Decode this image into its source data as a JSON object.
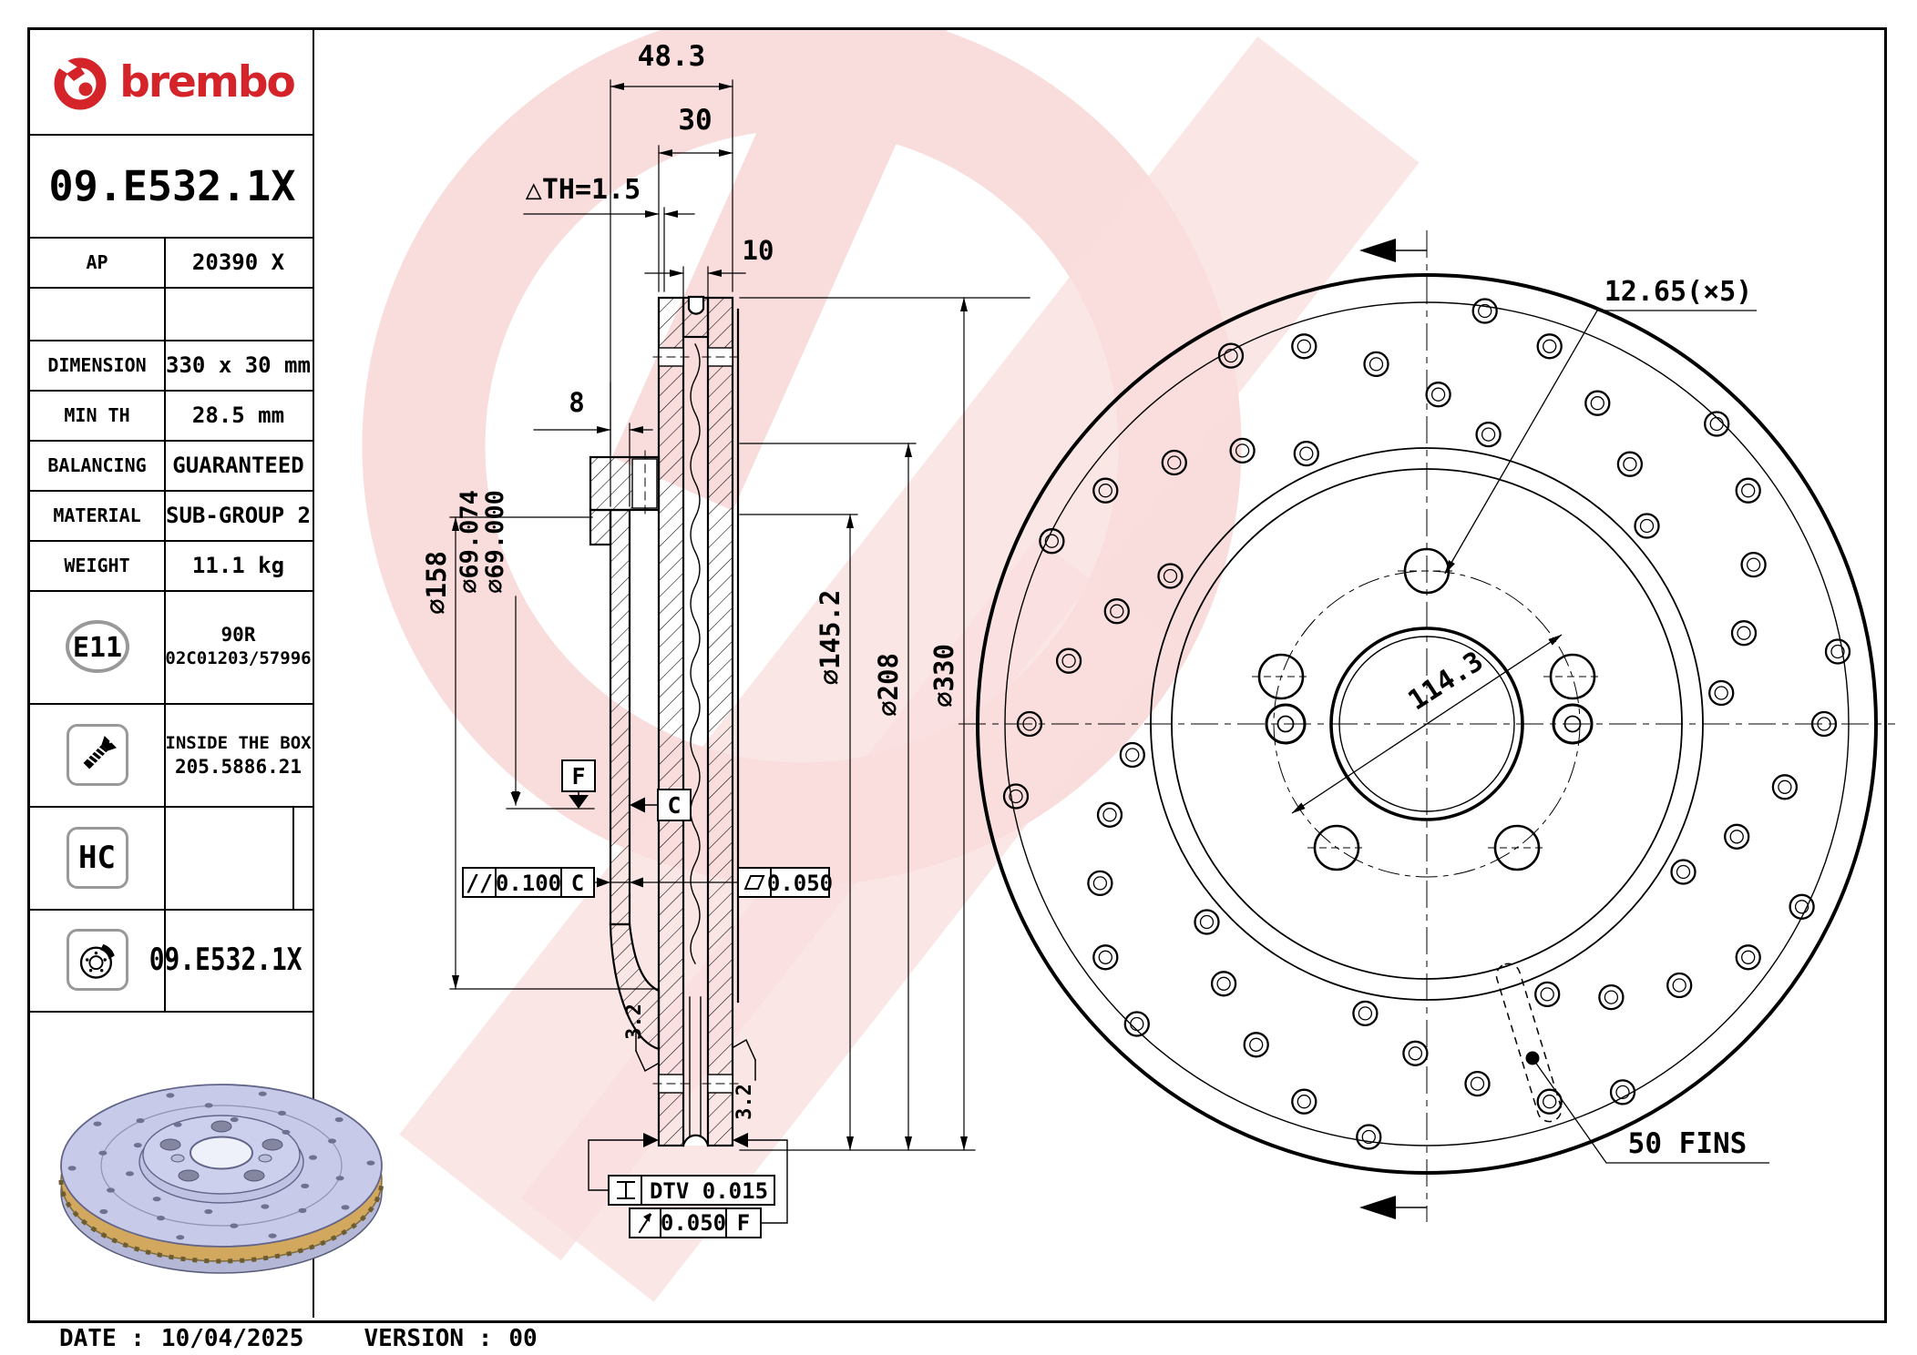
{
  "brand": {
    "logo_text": "brembo",
    "accent": "#d5232a"
  },
  "part_number": "09.E532.1X",
  "title_block": {
    "rows": [
      {
        "label": "AP",
        "value": "20390 X"
      },
      {
        "label": "",
        "value": ""
      },
      {
        "label": "DIMENSION",
        "value": "330 x 30 mm"
      },
      {
        "label": "MIN TH",
        "value": "28.5 mm"
      },
      {
        "label": "BALANCING",
        "value": "GUARANTEED"
      },
      {
        "label": "MATERIAL",
        "value": "SUB-GROUP 2"
      },
      {
        "label": "WEIGHT",
        "value": "11.1 kg"
      }
    ],
    "homologation": {
      "badge": "E11",
      "line1": "90R",
      "line2": "02C01203/57996"
    },
    "inside_box": {
      "line1": "INSIDE THE BOX",
      "line2": "205.5886.21"
    },
    "hc_badge": "HC",
    "bottom_part_number": "09.E532.1X"
  },
  "footer": {
    "date_label": "DATE :",
    "date": "10/04/2025",
    "version_label": "VERSION :",
    "version": "00"
  },
  "section_view": {
    "dim_overall_width": "48.3",
    "dim_ring_width": "30",
    "dim_plate": "10",
    "dim_wear": "△TH=1.5",
    "dim_hat_wall": "8",
    "dim_hat_od": "⌀158",
    "dim_bore_max": "⌀69.074",
    "dim_bore_min": "⌀69.000",
    "dim_inner": "⌀145.2",
    "dim_mid": "⌀208",
    "dim_outer": "⌀330",
    "roughness": "3.2",
    "gdt_parallel_sym": "//",
    "gdt_parallel_val": "0.100",
    "gdt_parallel_datum": "C",
    "gdt_flat_val": "0.050",
    "gdt_dtv": "DTV 0.015",
    "gdt_runout_val": "0.050",
    "gdt_runout_datum": "F",
    "datum_f": "F",
    "datum_c": "C"
  },
  "disc_view": {
    "dim_holes": "12.65(×5)",
    "dim_pcd": "114.3",
    "fins_label": "50 FINS"
  }
}
